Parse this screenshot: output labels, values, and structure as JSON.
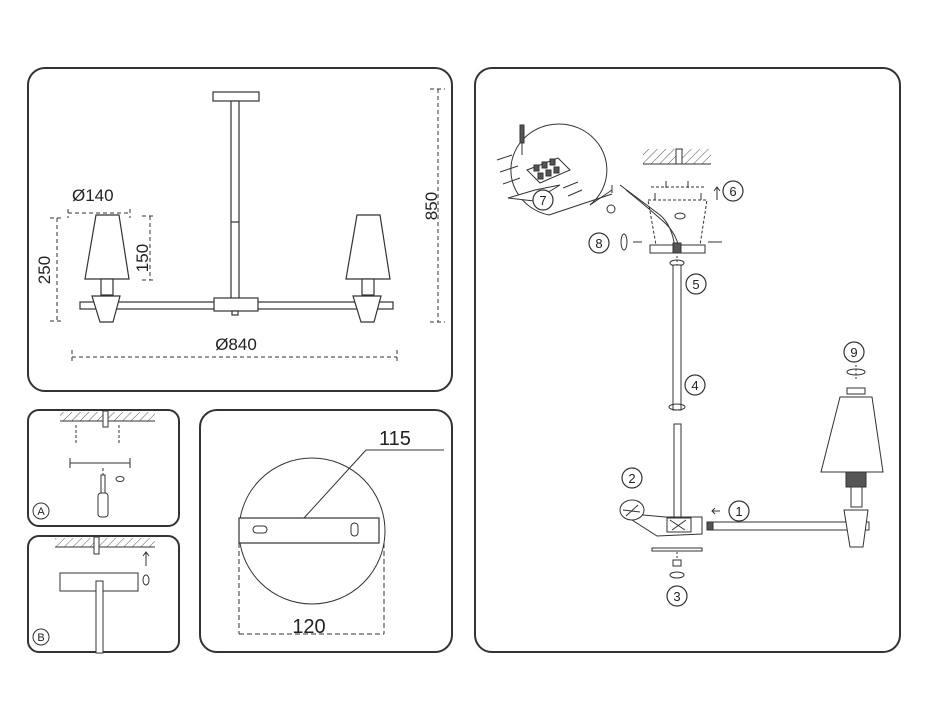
{
  "dimensions": {
    "shade_diameter": "Ø140",
    "shade_height": "150",
    "arm_height": "250",
    "total_height": "850",
    "span": "Ø840",
    "canopy_top": "115",
    "canopy_bottom": "120"
  },
  "steps": {
    "a": "A",
    "b": "B",
    "s1": "1",
    "s2": "2",
    "s3": "3",
    "s4": "4",
    "s5": "5",
    "s6": "6",
    "s7": "7",
    "s8": "8",
    "s9": "9"
  }
}
